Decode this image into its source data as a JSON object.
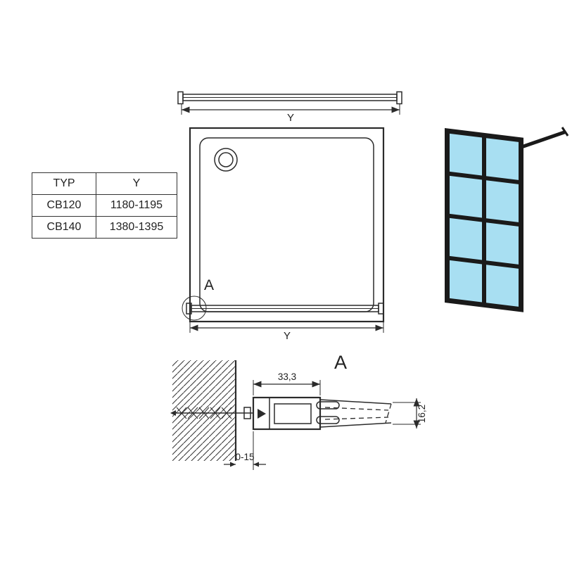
{
  "colors": {
    "line": "#2b2b2b",
    "glass": "#a8dff2",
    "frame": "#1a1a1a"
  },
  "table": {
    "col_typ": "TYP",
    "col_y": "Y",
    "rows": [
      {
        "typ": "CB120",
        "y": "1180-1195"
      },
      {
        "typ": "CB140",
        "y": "1380-1395"
      }
    ]
  },
  "top_view": {
    "width_label_top": "Y",
    "width_label_bottom": "Y",
    "detail_marker": "A"
  },
  "detail_view": {
    "label": "A",
    "profile_width": "33,3",
    "wall_gap": "0-15",
    "glass_thickness": "16,2"
  }
}
